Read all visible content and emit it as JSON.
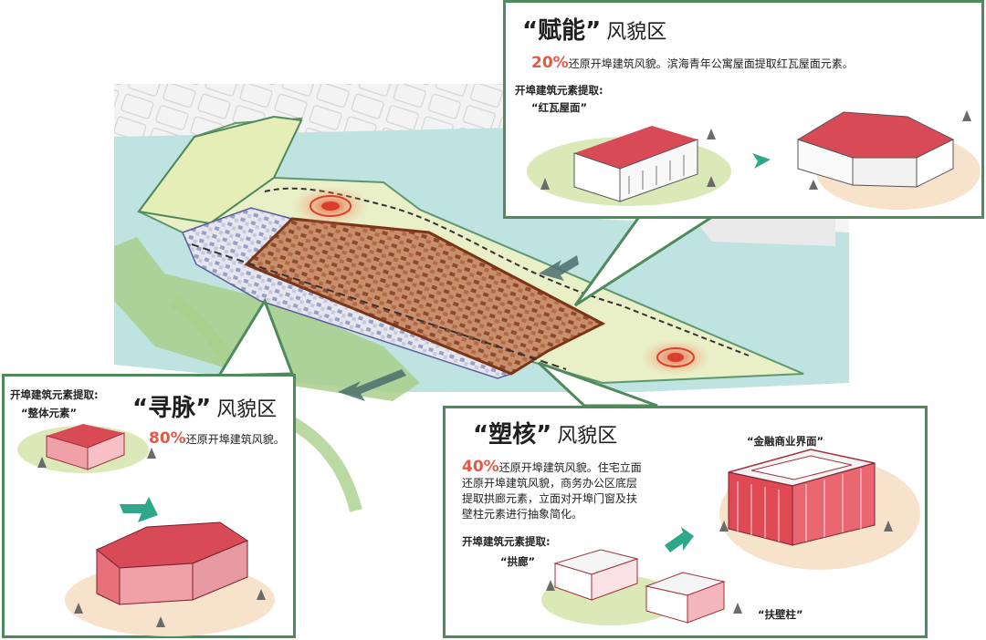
{
  "panels": {
    "funeng": {
      "title_quote": "“赋能”",
      "title_suffix": "风貌区",
      "percent": "20%",
      "description": "还原开埠建筑风貌。滨海青年公寓屋面提取红瓦屋面元素。",
      "extract_label": "开埠建筑元素提取:",
      "element_label": "“红瓦屋面”"
    },
    "xunmai": {
      "extract_label": "开埠建筑元素提取:",
      "element_label": "“整体元素”",
      "title_quote": "“寻脉”",
      "title_suffix": "风貌区",
      "percent": "80%",
      "description": "还原开埠建筑风貌。"
    },
    "suhe": {
      "title_quote": "“塑核”",
      "title_suffix": "风貌区",
      "percent": "40%",
      "para_line1": "还原开埠建筑风貌。住宅立面",
      "para_line2": "还原开埠建筑风貌，商务办公区底层",
      "para_line3": "提取拱廊元素，立面对开埠门窗及扶",
      "para_line4": "壁柱元素进行抽象简化。",
      "extract_label": "开埠建筑元素提取:",
      "arcade_label": "“拱廊”",
      "finance_label": "“金融商业界面”",
      "pilaster_label": "“扶壁柱”"
    }
  },
  "colors": {
    "panel_border": "#4e8a5c",
    "accent_red": "#e05a46",
    "roof_red": "#d84a55",
    "water": "#bfe3e0",
    "district_brown": "#a05a38",
    "zone_yellow": "#f3f2c4"
  },
  "icons": [
    "teal-arrow-icon",
    "tree-icon",
    "pulse-target-icon"
  ]
}
